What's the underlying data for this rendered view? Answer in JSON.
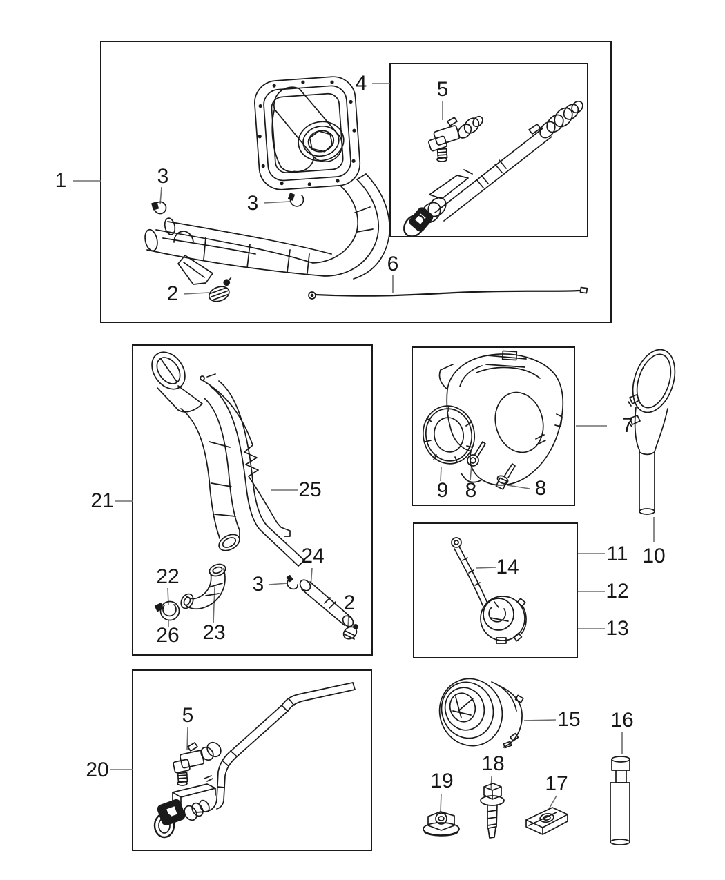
{
  "figure": {
    "background": "#ffffff",
    "line_color": "#1a1a1a",
    "leader_color": "#6e6e6e"
  },
  "callouts": [
    {
      "label": "1"
    },
    {
      "label": "3"
    },
    {
      "label": "3"
    },
    {
      "label": "2"
    },
    {
      "label": "4"
    },
    {
      "label": "5"
    },
    {
      "label": "6"
    },
    {
      "label": "21"
    },
    {
      "label": "25"
    },
    {
      "label": "22"
    },
    {
      "label": "26"
    },
    {
      "label": "23"
    },
    {
      "label": "3"
    },
    {
      "label": "24"
    },
    {
      "label": "2"
    },
    {
      "label": "9"
    },
    {
      "label": "8"
    },
    {
      "label": "8"
    },
    {
      "label": "7"
    },
    {
      "label": "10"
    },
    {
      "label": "11"
    },
    {
      "label": "12"
    },
    {
      "label": "13"
    },
    {
      "label": "14"
    },
    {
      "label": "5"
    },
    {
      "label": "20"
    },
    {
      "label": "15"
    },
    {
      "label": "16"
    },
    {
      "label": "18"
    },
    {
      "label": "19"
    },
    {
      "label": "17"
    }
  ]
}
